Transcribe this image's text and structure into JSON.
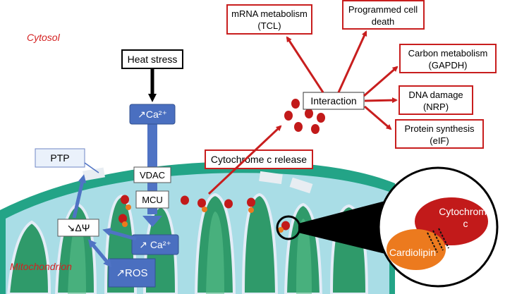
{
  "labels": {
    "cytosol": "Cytosol",
    "mitochondrion": "Mitochondrion",
    "heat_stress": "Heat stress",
    "ca_top": "↗Ca²⁺",
    "vdac": "VDAC",
    "mcu": "MCU",
    "ca_bottom": "↗ Ca²⁺",
    "ptp": "PTP",
    "delta_psi": "↘ΔΨ",
    "ros": "↗ROS",
    "cytochrome_release": "Cytochrome c release",
    "interaction": "Interaction",
    "cytochrome_c_line1": "Cytochrome",
    "cytochrome_c_line2": "c",
    "cardiolipin": "Cardiolipin"
  },
  "targets": {
    "mrna_line1": "mRNA metabolism",
    "mrna_line2": "(TCL)",
    "death_line1": "Programmed cell",
    "death_line2": "death",
    "carbon_line1": "Carbon metabolism",
    "carbon_line2": "(GAPDH)",
    "dna_line1": "DNA damage",
    "dna_line2": "(NRP)",
    "protein_line1": "Protein synthesis",
    "protein_line2": "(eIF)"
  },
  "colors": {
    "cytosol_text": "#d42020",
    "target_border": "#c81e1e",
    "blue_box": "#4a6fc0",
    "blue_arrow": "#4f73c4",
    "red_arrow": "#c81e1e",
    "outer_membrane": "#23a487",
    "matrix": "#a9dde6",
    "cristae": "#2f9a6a",
    "cytochrome": "#c21a1a",
    "cardiolipin": "#ec7a1e",
    "ptp_fill": "#eaf1fb",
    "ptp_border": "#6f86c6"
  }
}
